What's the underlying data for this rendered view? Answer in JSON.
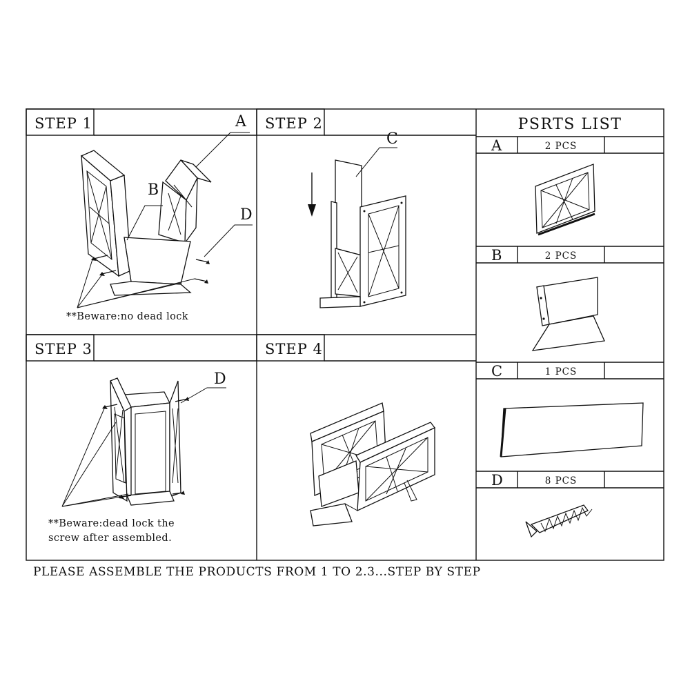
{
  "steps": [
    {
      "label": "STEP 1",
      "callouts": [
        "A",
        "B",
        "D"
      ],
      "note_lines": [
        "**Beware:no dead lock"
      ]
    },
    {
      "label": "STEP 2",
      "callouts": [
        "C"
      ]
    },
    {
      "label": "STEP 3",
      "callouts": [
        "D"
      ],
      "note_lines": [
        "**Beware:dead lock the",
        "screw after assembled."
      ]
    },
    {
      "label": "STEP 4"
    }
  ],
  "parts_list": {
    "title": "PSRTS LIST",
    "parts": [
      {
        "letter": "A",
        "qty": "2 PCS",
        "icon": "side-panel-lattice-icon"
      },
      {
        "letter": "B",
        "qty": "2 PCS",
        "icon": "base-board-icon"
      },
      {
        "letter": "C",
        "qty": "1 PCS",
        "icon": "flat-board-icon"
      },
      {
        "letter": "D",
        "qty": "8 PCS",
        "icon": "screw-icon"
      }
    ]
  },
  "footer": "PLEASE ASSEMBLE THE PRODUCTS FROM 1 TO 2.3...STEP BY STEP"
}
